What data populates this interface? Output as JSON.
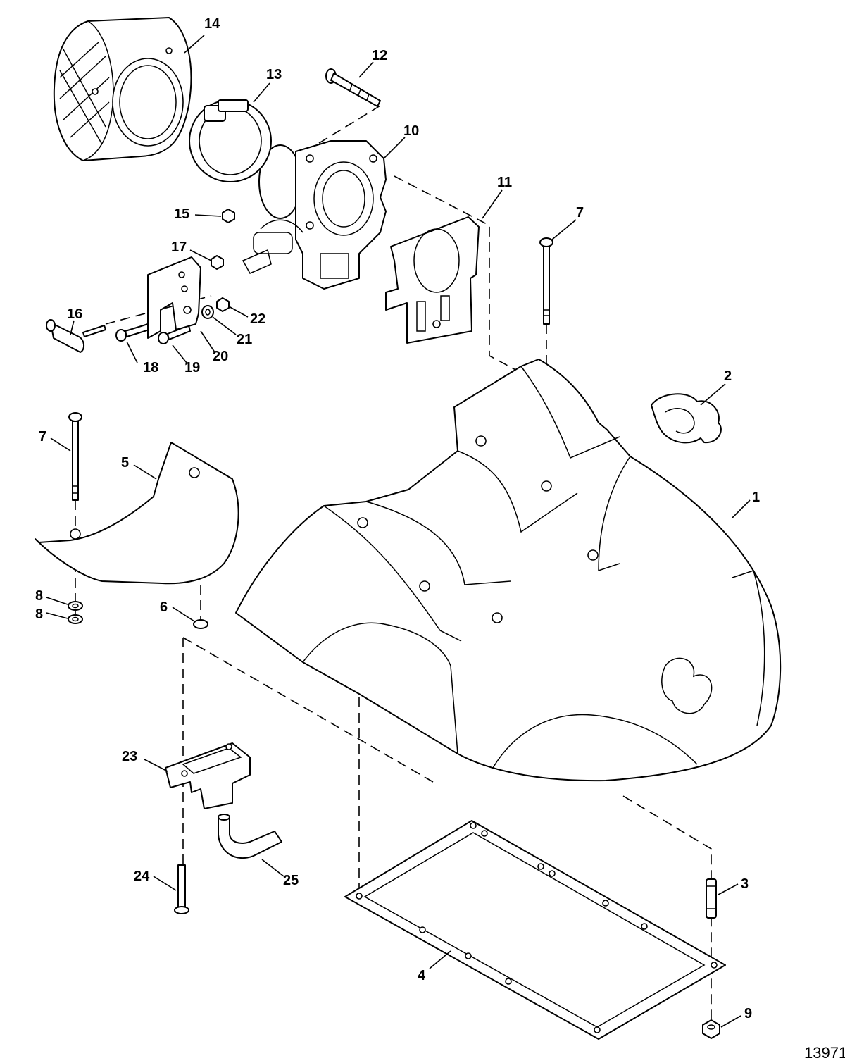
{
  "figure_number": "13971",
  "callouts": [
    {
      "id": "1",
      "text": "1"
    },
    {
      "id": "2",
      "text": "2"
    },
    {
      "id": "3",
      "text": "3"
    },
    {
      "id": "4",
      "text": "4"
    },
    {
      "id": "5",
      "text": "5"
    },
    {
      "id": "6",
      "text": "6"
    },
    {
      "id": "7a",
      "text": "7"
    },
    {
      "id": "7b",
      "text": "7"
    },
    {
      "id": "8a",
      "text": "8"
    },
    {
      "id": "8b",
      "text": "8"
    },
    {
      "id": "9",
      "text": "9"
    },
    {
      "id": "10",
      "text": "10"
    },
    {
      "id": "11",
      "text": "11"
    },
    {
      "id": "12",
      "text": "12"
    },
    {
      "id": "13",
      "text": "13"
    },
    {
      "id": "14",
      "text": "14"
    },
    {
      "id": "15",
      "text": "15"
    },
    {
      "id": "16",
      "text": "16"
    },
    {
      "id": "17",
      "text": "17"
    },
    {
      "id": "18",
      "text": "18"
    },
    {
      "id": "19",
      "text": "19"
    },
    {
      "id": "20",
      "text": "20"
    },
    {
      "id": "21",
      "text": "21"
    },
    {
      "id": "22",
      "text": "22"
    },
    {
      "id": "23",
      "text": "23"
    },
    {
      "id": "24",
      "text": "24"
    },
    {
      "id": "25",
      "text": "25"
    }
  ]
}
